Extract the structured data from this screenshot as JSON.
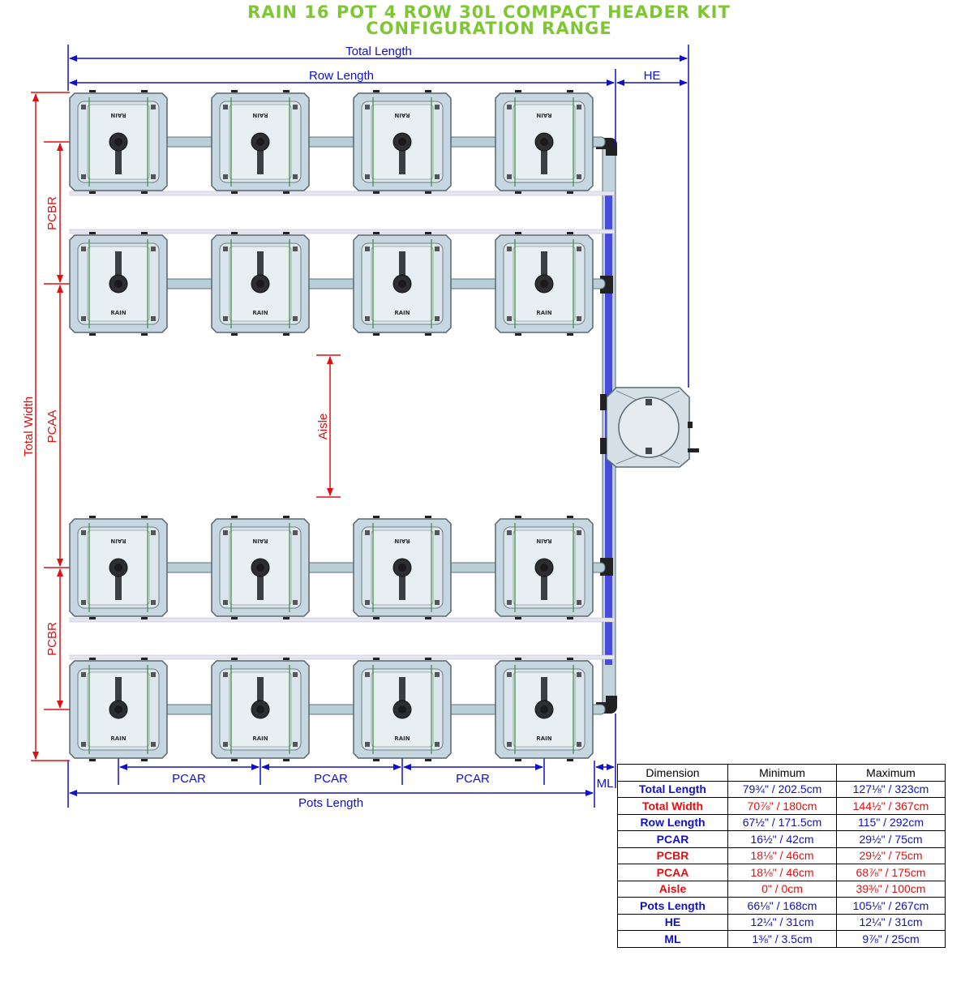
{
  "title": {
    "line1": "RAIN 16 POT 4 ROW 30L COMPACT HEADER KIT",
    "line2": "CONFIGURATION RANGE"
  },
  "labels": {
    "total_length": "Total Length",
    "row_length": "Row Length",
    "he": "HE",
    "total_width": "Total Width",
    "pcbr": "PCBR",
    "pcaa": "PCAA",
    "aisle": "Aisle",
    "pcar": "PCAR",
    "pots_length": "Pots Length",
    "ml": "ML",
    "pot_logo": "RAIN"
  },
  "colors": {
    "title": "#7dc832",
    "dimension_blue": "#1010c8",
    "dimension_red": "#e01010",
    "pot_fill": "#c9d9e3",
    "pipe": "#b9cfd8",
    "manifold": "#3b3bd8"
  },
  "table": {
    "headers": [
      "Dimension",
      "Minimum",
      "Maximum"
    ],
    "rows": [
      {
        "name": "Total Length",
        "min": "79¾\" / 202.5cm",
        "max": "127⅛\" / 323cm",
        "color": "blue"
      },
      {
        "name": "Total Width",
        "min": "70⅞\" / 180cm",
        "max": "144½\" / 367cm",
        "color": "red"
      },
      {
        "name": "Row Length",
        "min": "67½\" / 171.5cm",
        "max": "115\" / 292cm",
        "color": "blue"
      },
      {
        "name": "PCAR",
        "min": "16½\" / 42cm",
        "max": "29½\" / 75cm",
        "color": "blue"
      },
      {
        "name": "PCBR",
        "min": "18⅛\" / 46cm",
        "max": "29½\" / 75cm",
        "color": "red"
      },
      {
        "name": "PCAA",
        "min": "18⅛\" / 46cm",
        "max": "68⅞\" / 175cm",
        "color": "red"
      },
      {
        "name": "Aisle",
        "min": "0\" / 0cm",
        "max": "39⅜\" / 100cm",
        "color": "red"
      },
      {
        "name": "Pots Length",
        "min": "66⅛\" / 168cm",
        "max": "105⅛\" / 267cm",
        "color": "blue"
      },
      {
        "name": "HE",
        "min": "12¼\" / 31cm",
        "max": "12¼\" / 31cm",
        "color": "blue"
      },
      {
        "name": "ML",
        "min": "1⅜\" / 3.5cm",
        "max": "9⅞\" / 25cm",
        "color": "blue"
      }
    ]
  }
}
